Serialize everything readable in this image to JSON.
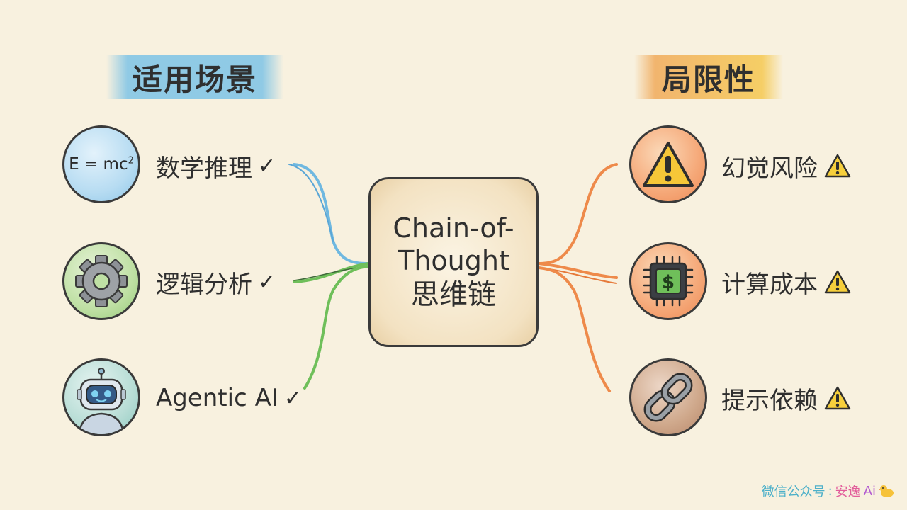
{
  "left_heading": "适用场景",
  "right_heading": "局限性",
  "center": {
    "line1": "Chain-of-",
    "line2": "Thought",
    "line3": "思维链"
  },
  "left_items": [
    {
      "label": "数学推理",
      "mark": "✓",
      "icon": "formula-icon",
      "icon_text": "E = mc",
      "icon_sup": "2"
    },
    {
      "label": "逻辑分析",
      "mark": "✓",
      "icon": "gear-icon"
    },
    {
      "label": "Agentic AI",
      "mark": "✓",
      "icon": "robot-icon"
    }
  ],
  "right_items": [
    {
      "label": "幻觉风险",
      "icon": "warning-icon"
    },
    {
      "label": "计算成本",
      "icon": "chip-dollar-icon"
    },
    {
      "label": "提示依赖",
      "icon": "chain-link-icon"
    }
  ],
  "watermark": {
    "part1": "微信公众号",
    "part2": "安逸",
    "part3": "Ai"
  },
  "colors": {
    "background": "#f8f1df",
    "blue_branch": "#6fb8e0",
    "green_branch": "#6fbf5a",
    "orange_branch": "#ee8a4a"
  }
}
